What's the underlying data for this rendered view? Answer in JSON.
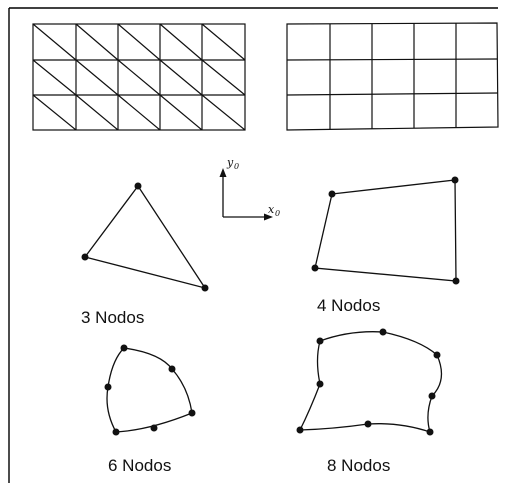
{
  "captions": {
    "tri3": "3 Nodos",
    "quad4": "4 Nodos",
    "tri6": "6 Nodos",
    "quad8": "8 Nodos"
  },
  "axes": {
    "y_label": "y",
    "y_sub": "0",
    "x_label": "x",
    "x_sub": "0"
  }
}
